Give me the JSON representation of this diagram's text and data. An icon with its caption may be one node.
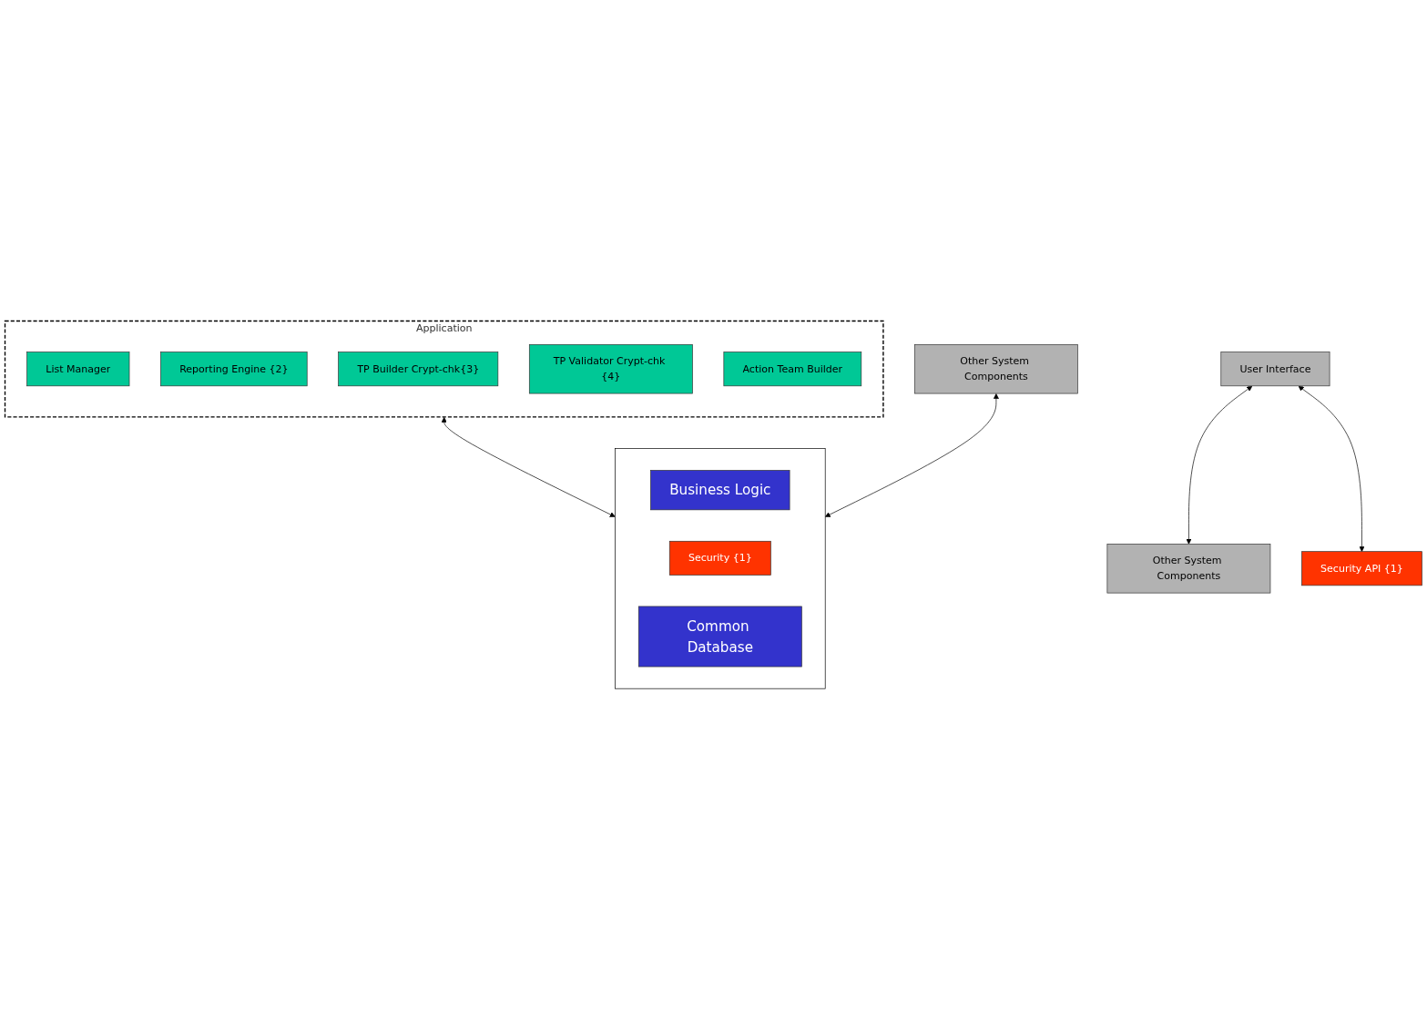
{
  "diagram": {
    "nodes": [
      {
        "text": [
          "User Interface"
        ]
      },
      {
        "text": [
          "Other System Components"
        ]
      },
      {
        "text": [
          "Security API {1}"
        ]
      },
      {
        "text": [
          "Application"
        ]
      },
      {
        "text": [
          "List Manager"
        ],
        "in": 3
      },
      {
        "text": [
          "Reporting Engine {2}"
        ],
        "in": 3
      },
      {
        "text": [
          "TP Builder Crypt-chk{3}"
        ],
        "in": 3
      },
      {
        "text": [
          "TP Validator Crypt-chk {4}"
        ],
        "in": 3
      },
      {
        "text": [
          "Action Team Builder"
        ],
        "in": 3
      },
      {
        "text": [],
        "shape": "box"
      },
      {
        "text": [
          "Business Logic"
        ],
        "in": 9
      },
      {
        "text": [
          "Security {1}"
        ],
        "in": 9
      },
      {
        "text": [
          "Common Database"
        ],
        "in": 9
      },
      {
        "text": [
          "Other System Components"
        ]
      }
    ],
    "edges": [
      {
        "from": 0,
        "to": 1,
        "arrow": "both"
      },
      {
        "from": 0,
        "to": 2,
        "arrow": "both"
      },
      {
        "from": 3,
        "to": 9,
        "arrow": "both"
      },
      {
        "from": 13,
        "to": 9,
        "arrow": "both"
      }
    ]
  }
}
